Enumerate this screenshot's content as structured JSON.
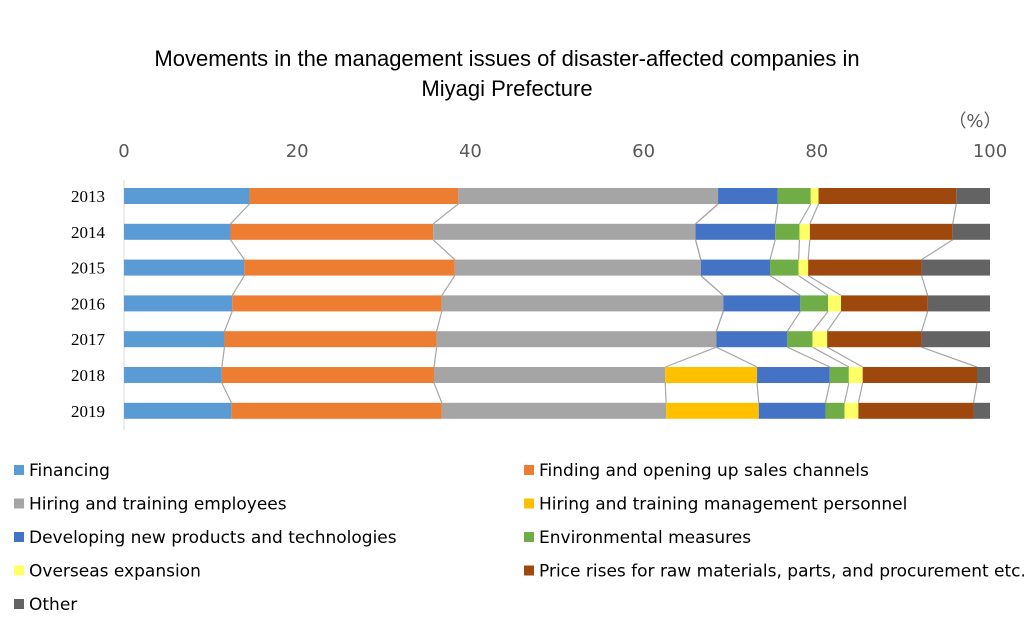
{
  "chart_data": {
    "type": "bar",
    "orientation": "horizontal",
    "stacked": "100%",
    "title": "Movements in the management issues of disaster-affected companies in",
    "title_line2": "Miyagi Prefecture",
    "unit_label": "（%）",
    "xlim": [
      0,
      100
    ],
    "xticks": [
      "0",
      "20",
      "40",
      "60",
      "80",
      "100"
    ],
    "categories": [
      "2013",
      "2014",
      "2015",
      "2016",
      "2017",
      "2018",
      "2019"
    ],
    "grid": false,
    "series_connectors": true,
    "legend_position": "bottom",
    "series": [
      {
        "name": "Financing",
        "color": "#5B9BD5",
        "values": [
          14.5,
          12.3,
          13.9,
          12.5,
          11.6,
          11.3,
          12.4
        ]
      },
      {
        "name": "Finding and opening up sales channels",
        "color": "#ED7D31",
        "values": [
          24.1,
          23.4,
          24.3,
          24.2,
          24.5,
          24.5,
          24.3
        ]
      },
      {
        "name": "Hiring and training employees",
        "color": "#A5A5A5",
        "values": [
          30.0,
          30.3,
          28.4,
          32.5,
          32.3,
          26.7,
          25.9
        ]
      },
      {
        "name": "Hiring and training management personnel",
        "color": "#FFC000",
        "values": [
          0,
          0,
          0,
          0,
          0,
          10.6,
          10.7
        ]
      },
      {
        "name": "Developing new products and technologies",
        "color": "#4472C4",
        "values": [
          6.9,
          9.2,
          8.0,
          8.9,
          8.2,
          8.4,
          7.7
        ]
      },
      {
        "name": "Environmental measures",
        "color": "#70AD47",
        "values": [
          3.8,
          2.8,
          3.3,
          3.2,
          2.9,
          2.2,
          2.2
        ]
      },
      {
        "name": "Overseas expansion",
        "color": "#FFFF66",
        "values": [
          0.9,
          1.2,
          1.1,
          1.5,
          1.7,
          1.6,
          1.6
        ]
      },
      {
        "name": "Price rises for raw materials, parts, and procurement etc.",
        "color": "#9E480E",
        "values": [
          15.9,
          16.5,
          13.1,
          10.0,
          10.9,
          13.2,
          13.3
        ]
      },
      {
        "name": "Other",
        "color": "#636363",
        "values": [
          3.9,
          4.3,
          7.9,
          7.2,
          7.9,
          1.5,
          1.9
        ]
      }
    ]
  }
}
